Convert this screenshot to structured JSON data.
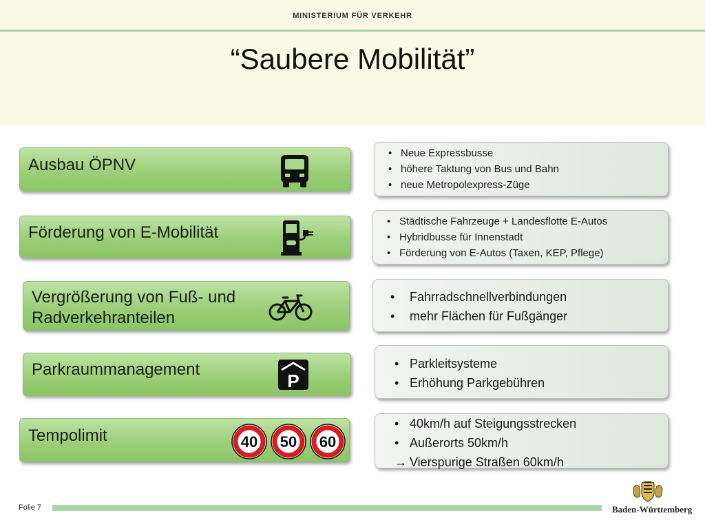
{
  "header": {
    "ministry": "MINISTERIUM FÜR VERKEHR",
    "title": "“Saubere Mobilität”"
  },
  "rows": [
    {
      "label": "Ausbau ÖPNV",
      "icon": "bus-icon",
      "bullets": [
        {
          "marker": "•",
          "text": "Neue Expressbusse"
        },
        {
          "marker": "•",
          "text": "höhere Taktung von Bus und Bahn"
        },
        {
          "marker": "•",
          "text": "neue Metropolexpress-Züge"
        }
      ]
    },
    {
      "label": "Förderung von E-Mobilität",
      "icon": "charging-station-icon",
      "bullets": [
        {
          "marker": "•",
          "text": "Städtische Fahrzeuge + Landesflotte E-Autos"
        },
        {
          "marker": "•",
          "text": "Hybridbusse für Innenstadt"
        },
        {
          "marker": "•",
          "text": "Förderung von E-Autos (Taxen, KEP, Pflege)"
        }
      ]
    },
    {
      "label_line1": "Vergrößerung von Fuß- und",
      "label_line2": "Radverkehranteilen",
      "icon": "bicycle-icon",
      "bullets": [
        {
          "marker": "•",
          "text": "Fahrradschnellverbindungen"
        },
        {
          "marker": "•",
          "text": "mehr Flächen für Fußgänger"
        }
      ]
    },
    {
      "label": "Parkraummanagement",
      "icon": "parking-garage-icon",
      "parking_letter": "P",
      "bullets": [
        {
          "marker": "•",
          "text": "Parkleitsysteme"
        },
        {
          "marker": "•",
          "text": "Erhöhung Parkgebühren"
        }
      ]
    },
    {
      "label": "Tempolimit",
      "icon": "speed-limit-signs-icon",
      "signs": [
        "40",
        "50",
        "60"
      ],
      "bullets": [
        {
          "marker": "•",
          "text": "40km/h auf Steigungsstrecken"
        },
        {
          "marker": "•",
          "text": "Außerorts 50km/h"
        },
        {
          "marker": "→",
          "text": "Vierspurige Straßen 60km/h"
        }
      ]
    }
  ],
  "footer": {
    "slide_label": "Folie 7",
    "state_name": "Baden-Württemberg"
  },
  "colors": {
    "header_background": "#fbf8e6",
    "accent_line": "#a8d4a6",
    "row_green": "#9ccf79",
    "bullet_box_grey": "#e6ece6"
  }
}
